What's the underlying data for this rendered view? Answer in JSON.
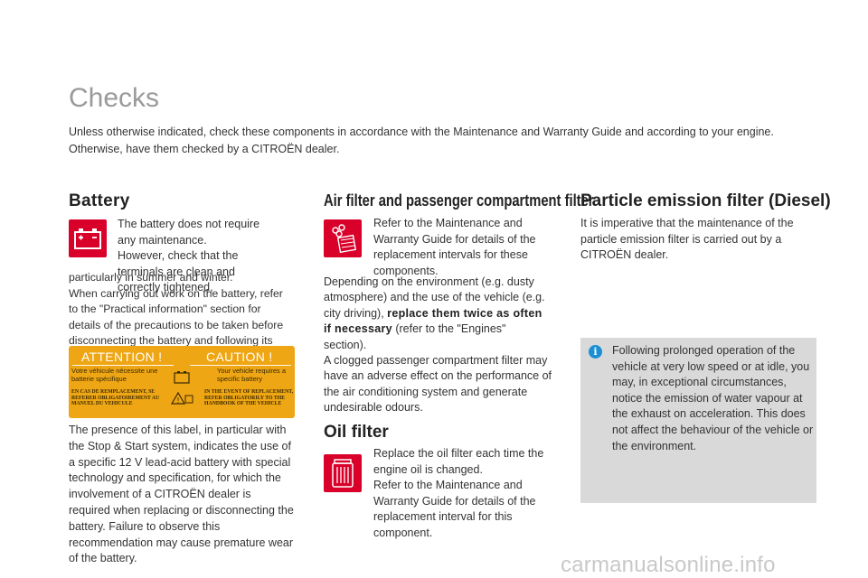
{
  "page": {
    "title": "Checks",
    "intro": [
      "Unless otherwise indicated, check these components in accordance with the Maintenance and Warranty Guide and according to your engine.",
      "Otherwise, have them checked by a CITROËN dealer."
    ]
  },
  "battery": {
    "heading": "Battery",
    "icon": "battery-icon",
    "lead": "The battery does not require any maintenance.\nHowever, check that the terminals are clean and correctly tightened,",
    "cont": "particularly in summer and winter.\nWhen carrying out work on the battery, refer to the \"Practical information\" section for details of the precautions to be taken before disconnecting the battery and following its reconnection.",
    "label": {
      "left_heading": "ATTENTION !",
      "left_sub": "Votre véhicule nécessite une batterie spécifique",
      "left_fine": "EN CAS DE REMPLACEMENT, SE REFERER OBLIGATOIREMENT AU MANUEL DU VEHICULE",
      "right_heading": "CAUTION !",
      "right_sub": "Your vehicle requires a specific battery",
      "right_fine": "IN THE EVENT OF REPLACEMENT, REFER OBLIGATORILY TO THE HANDBOOK OF THE VEHICLE",
      "bg_color": "#efa615"
    },
    "label_description": "The presence of this label, in particular with the Stop & Start system, indicates the use of a specific 12 V lead-acid battery with special technology and specification, for which the involvement of a CITROËN dealer is required when replacing or disconnecting the battery. Failure to observe this recommendation may cause premature wear of the battery."
  },
  "air_filter": {
    "heading": "Air filter and passenger compartment filter",
    "icon": "air-filter-icon",
    "lead": "Refer to the Maintenance and Warranty Guide for details of the replacement intervals for these components.",
    "cont_before": "Depending on the environment (e.g. dusty atmosphere) and the use of the vehicle (e.g. city driving), ",
    "cont_bold": "replace them twice as often if necessary",
    "cont_after": " (refer to the \"Engines\" section).\nA clogged passenger compartment filter may have an adverse effect on the performance of the air conditioning system and generate undesirable odours."
  },
  "particle_filter": {
    "heading": "Particle emission filter (Diesel)",
    "text": "It is imperative that the maintenance of the particle emission filter is carried out by a CITROËN dealer.",
    "info": {
      "icon": "info-icon",
      "text": "Following prolonged operation of the vehicle at very low speed or at idle, you may, in exceptional circumstances, notice the emission of water vapour at the exhaust on acceleration. This does not affect the behaviour of the vehicle or the environment."
    }
  },
  "oil_filter": {
    "heading": "Oil filter",
    "icon": "oil-filter-icon",
    "lead": "Replace the oil filter each time the engine oil is changed.\nRefer to the Maintenance and Warranty Guide for details of the replacement interval for this component."
  },
  "watermark": "carmanualsonline.info",
  "colors": {
    "accent": "#d9002a",
    "info_blue": "#1a8fd6",
    "note_bg": "#d9d9d9",
    "title_grey": "#9a9a9a"
  }
}
